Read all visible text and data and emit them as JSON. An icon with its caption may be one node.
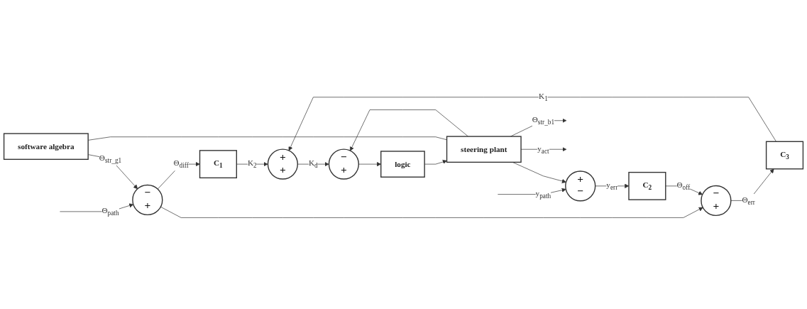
{
  "diagram": {
    "nodes": [
      {
        "text": [
          "software algebra"
        ]
      },
      {
        "text": [
          "−",
          "+"
        ]
      },
      {
        "text": [
          "C$_{1}$"
        ]
      },
      {
        "text": [
          "+",
          "−"
        ]
      },
      {
        "text": [
          "C$_{2}$"
        ]
      },
      {
        "text": [
          "−",
          "+"
        ]
      },
      {
        "text": [
          "C$_{3}$"
        ]
      },
      {
        "text": [
          "+",
          "+"
        ]
      },
      {
        "text": [
          "−",
          "+"
        ]
      },
      {
        "text": [
          "logic"
        ]
      },
      {
        "text": [
          "steering plant"
        ]
      }
    ],
    "edges": [
      {
        "from": null,
        "to": 1,
        "arrow": "to",
        "label": "Θ$_{path}$"
      },
      {
        "from": 0,
        "to": 1,
        "arrow": "to",
        "label": "Θ$_{str_g1}$"
      },
      {
        "from": 1,
        "to": 2,
        "arrow": "to",
        "label": "Θ$_{diff}$"
      },
      {
        "from": 1,
        "to": 5,
        "arrow": "to"
      },
      {
        "from": 2,
        "to": 7,
        "arrow": "to",
        "label": "K$_{2}$"
      },
      {
        "from": null,
        "to": 3,
        "arrow": "to",
        "label": "y$_{path}$"
      },
      {
        "from": 3,
        "to": 4,
        "arrow": "to",
        "label": "y$_{err}$"
      },
      {
        "from": 4,
        "to": 5,
        "arrow": "to",
        "label": "Θ$_{off}$"
      },
      {
        "from": 5,
        "to": 6,
        "arrow": "to",
        "label": "Θ$_{err}$"
      },
      {
        "from": 6,
        "to": 7,
        "arrow": "to",
        "label": "K$_{1}$"
      },
      {
        "from": 7,
        "to": 8,
        "arrow": "to",
        "label": "K$_{d}$"
      },
      {
        "from": 8,
        "to": 9,
        "arrow": "to"
      },
      {
        "from": 9,
        "to": 10,
        "arrow": "to"
      },
      {
        "from": 10,
        "to": null,
        "arrow": "to",
        "label": "Θ$_{str_b1}$"
      },
      {
        "from": 10,
        "to": 0,
        "arrow": "none"
      },
      {
        "from": 10,
        "to": 8,
        "arrow": "to"
      },
      {
        "from": 10,
        "to": null,
        "arrow": "to",
        "label": "y$_{act}$"
      },
      {
        "from": 10,
        "to": 3,
        "arrow": "to"
      }
    ]
  }
}
